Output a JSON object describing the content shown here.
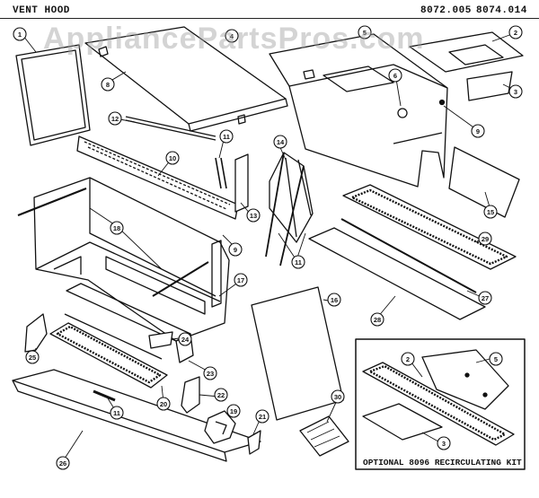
{
  "header": {
    "title": "VENT HOOD",
    "model_a": "8072.005",
    "model_b": "8074.014"
  },
  "watermark": "AppliancePartsPros.com",
  "kit_label": "OPTIONAL 8096 RECIRCULATING KIT",
  "callouts": [
    "1",
    "2",
    "3",
    "4",
    "5",
    "6",
    "8",
    "9",
    "10",
    "11",
    "12",
    "13",
    "14",
    "15",
    "16",
    "17",
    "18",
    "19",
    "20",
    "21",
    "22",
    "23",
    "24",
    "25",
    "26",
    "27",
    "28",
    "29",
    "30"
  ],
  "kit_callouts": [
    "2",
    "3",
    "5"
  ]
}
